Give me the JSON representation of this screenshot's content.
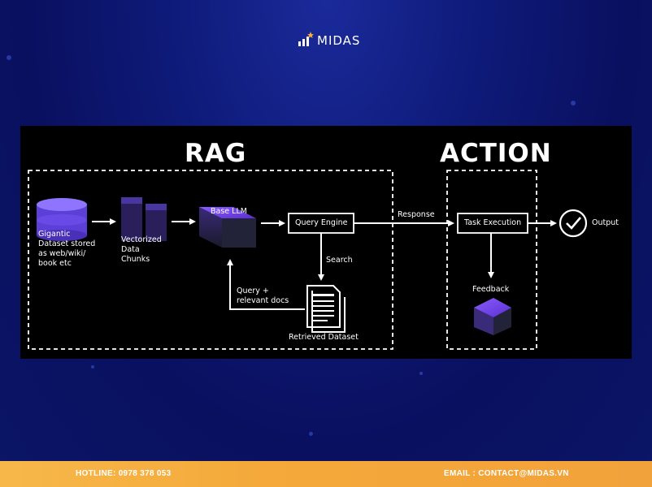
{
  "header": {
    "logo_text": "MIDAS"
  },
  "diagram": {
    "rag_title": "RAG",
    "action_title": "ACTION",
    "dataset_label_lines": [
      "Gigantic",
      "Dataset stored",
      "as web/wiki/",
      "book etc"
    ],
    "vector_label_lines": [
      "Vectorized",
      "Data",
      "Chunks"
    ],
    "base_llm": "Base LLM",
    "query_engine": "Query Engine",
    "response": "Response",
    "search": "Search",
    "query_relevant_lines": [
      "Query +",
      "relevant docs"
    ],
    "retrieved_dataset": "Retrieved Dataset",
    "task_execution": "Task Execution",
    "output": "Output",
    "feedback": "Feedback"
  },
  "footer": {
    "hotline": "HOTLINE: 0978 378 053",
    "email": "EMAIL : CONTACT@MIDAS.VN"
  },
  "colors": {
    "panel": "#000000",
    "accent_purple": "#6d3fe0",
    "footer": "#f4a93a"
  }
}
